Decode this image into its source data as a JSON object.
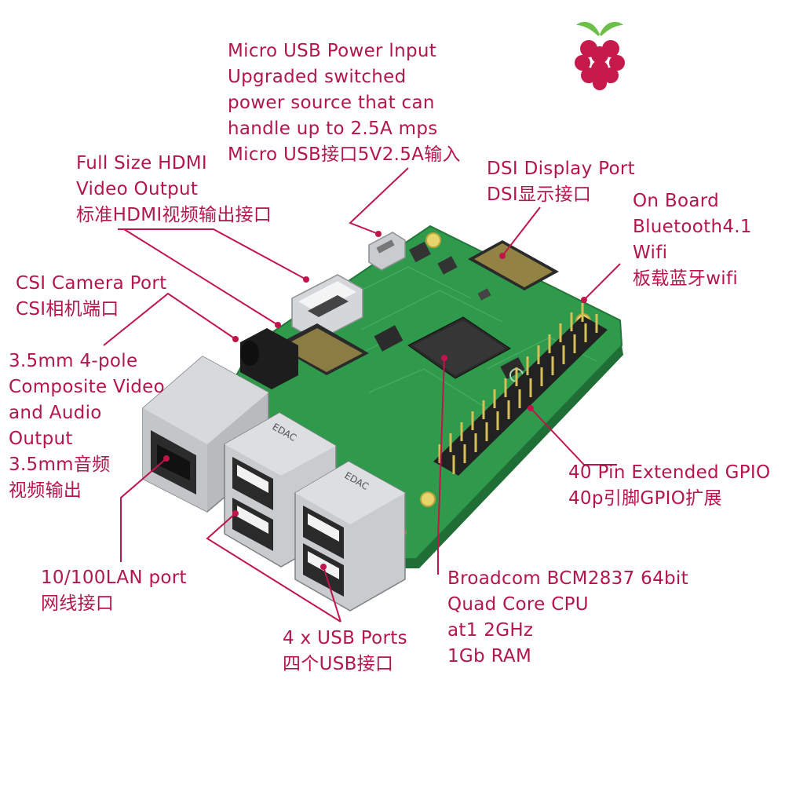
{
  "colors": {
    "label_text": "#b5154d",
    "leader_line": "#c0154a",
    "pcb_green": "#2f9a4c",
    "pcb_dark": "#1f6e35",
    "metal": "#c9ccce",
    "chip": "#2a2a2a",
    "gold": "#d8c058",
    "usb_insert": "#f2f2f2",
    "raspberry": "#c51a4a",
    "leaf": "#6cc04a"
  },
  "logo": {
    "icon": "raspberry-pi-logo-icon"
  },
  "board": {
    "icon": "raspberry-pi-3-board-photo",
    "usb_brand_mark": "EDAC"
  },
  "callouts": [
    {
      "id": "micro-usb-power",
      "lines": [
        "Micro USB Power lnput",
        "Upgraded switched",
        "power source that can",
        "handle up to 2.5A mps",
        "Micro USB接口5V2.5A输入"
      ]
    },
    {
      "id": "hdmi-output",
      "lines": [
        "Full Size HDMI",
        "Video Output",
        "标准HDMI视频输出接口"
      ]
    },
    {
      "id": "dsi-display",
      "lines": [
        "DSI Display Port",
        "DSI显示接口"
      ]
    },
    {
      "id": "bluetooth-wifi",
      "lines": [
        "On Board",
        "Bluetooth4.1",
        "Wifi",
        "板载蓝牙wifi"
      ]
    },
    {
      "id": "csi-camera",
      "lines": [
        "CSI Camera Port",
        "CSI相机端口"
      ]
    },
    {
      "id": "audio-video",
      "lines": [
        "3.5mm 4-pole",
        "Composite Video",
        "and Audio",
        "Output",
        "3.5mm音频",
        "视频输出"
      ]
    },
    {
      "id": "gpio",
      "lines": [
        "40 Pin Extended GPIO",
        "40p引脚GPIO扩展"
      ]
    },
    {
      "id": "lan",
      "lines": [
        "10/100LAN port",
        "网线接口"
      ]
    },
    {
      "id": "cpu",
      "lines": [
        "Broadcom BCM2837 64bit",
        "Quad Core CPU",
        "at1  2GHz",
        "1Gb RAM"
      ]
    },
    {
      "id": "usb-ports",
      "lines": [
        "4 x USB Ports",
        "四个USB接口"
      ]
    }
  ]
}
